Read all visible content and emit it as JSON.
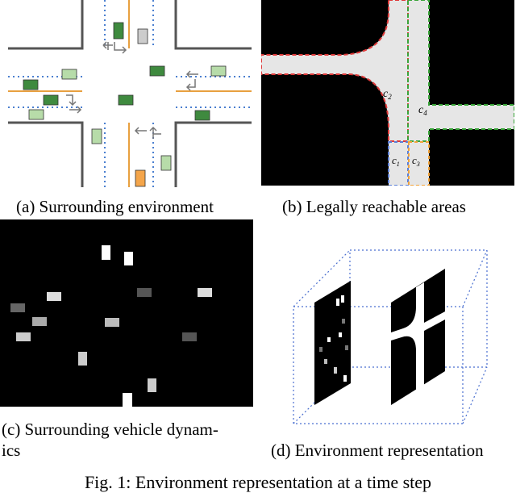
{
  "panels": {
    "a": {
      "caption": "(a) Surrounding environment"
    },
    "b": {
      "caption": "(b) Legally reachable areas",
      "labels": {
        "c1": "c",
        "c1_sub": "1",
        "c2": "c",
        "c2_sub": "2",
        "c3": "c",
        "c3_sub": "3",
        "c4": "c",
        "c4_sub": "4"
      },
      "colors": {
        "c2_outline": "#e03a3a",
        "c4_outline": "#3aa53a",
        "c1_outline": "#5b7fd8",
        "c3_outline": "#f2a33a"
      }
    },
    "c": {
      "caption_line1": "(c) Surrounding vehicle dynam-",
      "caption_line2": "ics"
    },
    "d": {
      "caption": "(d) Environment representation"
    }
  },
  "figure_caption": "Fig. 1: Environment representation at a time step",
  "colors": {
    "vehicle_dark": "#3f8a3f",
    "vehicle_light": "#b7dca9",
    "ego": "#f4a54a",
    "lane_orange": "#e8a040",
    "lane_blue": "#4a7fd0"
  }
}
